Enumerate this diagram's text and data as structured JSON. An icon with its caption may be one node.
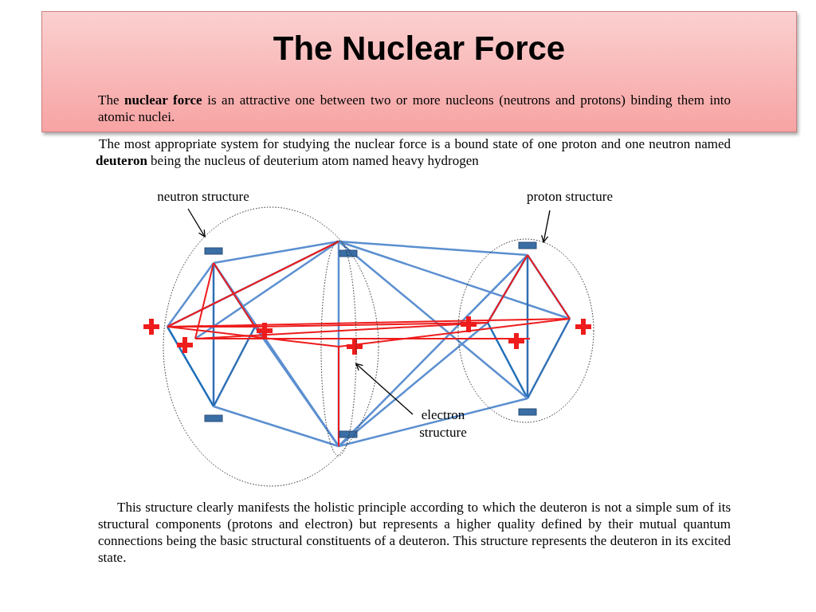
{
  "diagram": {
    "title": "The Nuclear Force",
    "nodes": [
      {
        "text": [
          "neutron structure"
        ]
      },
      {
        "text": [],
        "shape": "ellipse"
      },
      {
        "text": [
          "proton structure"
        ]
      },
      {
        "text": [],
        "shape": "ellipse"
      },
      {
        "text": [
          "electron structure"
        ]
      },
      {
        "text": [],
        "shape": "ellipse",
        "in": 1
      }
    ],
    "edges": [
      {
        "from": 0,
        "to": 1,
        "arrow": "to"
      },
      {
        "from": 2,
        "to": 3,
        "arrow": "to"
      },
      {
        "from": 4,
        "to": 5,
        "arrow": "to"
      }
    ],
    "labels": [
      "The **nuclear force** is an attractive one between two or more nucleons (neutrons and protons) binding them into atomic nuclei.",
      "The most appropriate system for studying the nuclear force is a bound state of one proton and one neutron named **deuteron** being the nucleus of deuterium atom named heavy hydrogen",
      "This structure clearly manifests the holistic principle according to which the deuteron is not a simple sum of its structural components (protons and electron) but represents a higher quality defined by their mutual quantum connections being the basic structural constituents of a deuteron. This structure represents the deuteron in its excited state."
    ]
  }
}
